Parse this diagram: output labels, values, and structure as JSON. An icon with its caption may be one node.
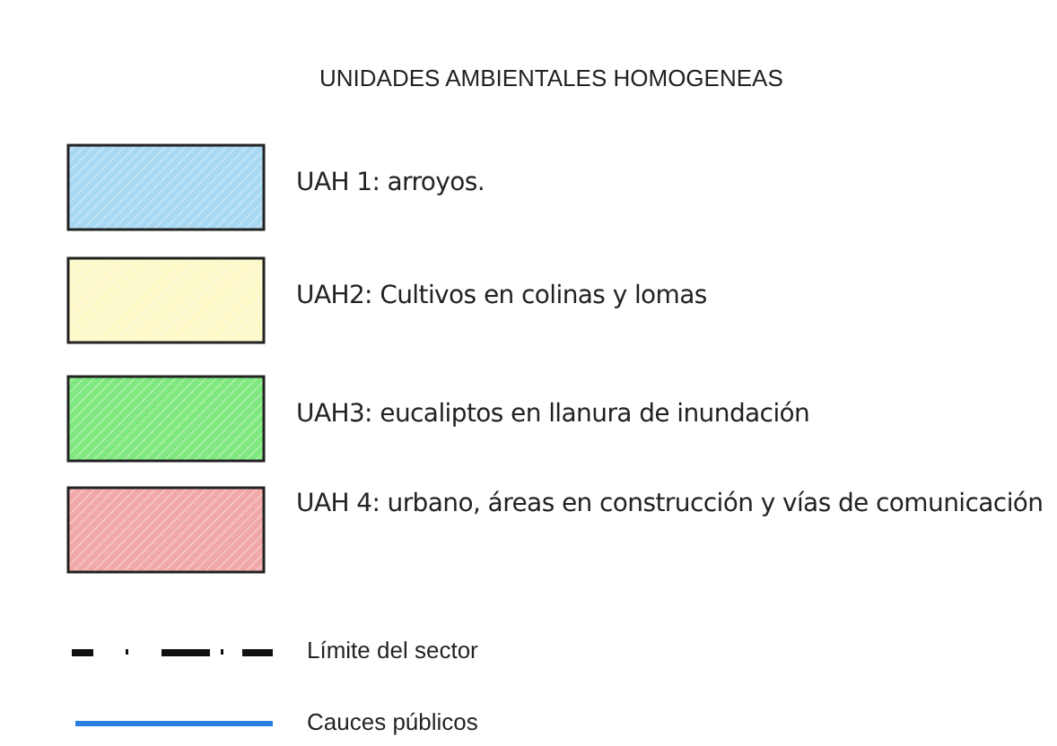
{
  "diagram": {
    "title": "UNIDADES AMBIENTALES HOMOGENEAS",
    "legend": [
      {
        "text": "UAH 1: arroyos.",
        "color": "#a9d9f2"
      },
      {
        "text": "UAH2: Cultivos en colinas y lomas",
        "color": "#fdf9c8"
      },
      {
        "text": "UAH3: eucaliptos en llanura de inundación",
        "color": "#7fe87f"
      },
      {
        "text": "UAH 4: urbano, áreas en construcción y vías de comunicación",
        "color": "#f2a8a8"
      },
      {
        "text": "Límite del sector"
      },
      {
        "text": "Cauces públicos"
      }
    ]
  }
}
